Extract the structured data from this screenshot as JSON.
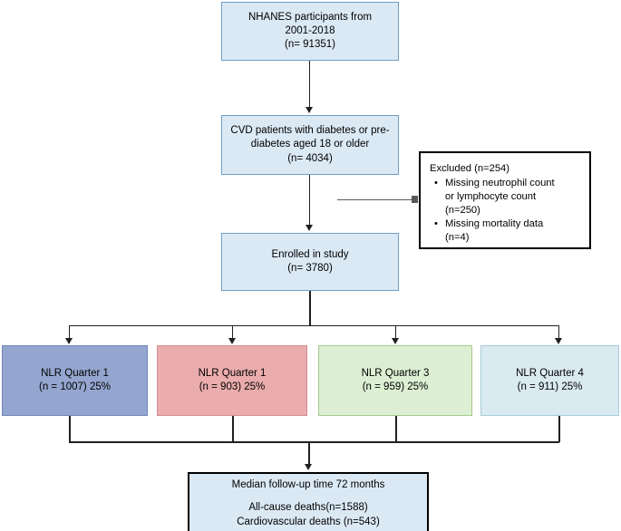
{
  "diagram": {
    "title": "NHANES CVD diabetes/pre-diabetes NLR cohort flow diagram",
    "type": "flowchart",
    "colors": {
      "main_box_fill": "#dbe9f5",
      "main_box_border": "#6f9ec4",
      "quarter1_fill": "#94a6cf",
      "quarter2_fill": "#eaacac",
      "quarter3_fill": "#dcefd3",
      "quarter4_fill": "#daeaf1",
      "excluded_fill": "#ffffff",
      "excluded_border": "#000000",
      "outcome_fill": "#dbe9f5",
      "outcome_border": "#000000",
      "connector": "#231f20",
      "text": "#000000"
    }
  },
  "nodes": {
    "source_population": {
      "line1": "NHANES participants from",
      "line2": "2001-2018",
      "line3": "(n= 91351)"
    },
    "eligible_population": {
      "line1": "CVD patients with diabetes or pre-",
      "line2": "diabetes aged 18 or older",
      "line3": "(n= 4034)"
    },
    "excluded": {
      "heading": "Excluded (n=254)",
      "items": [
        {
          "line1": "Missing neutrophil count",
          "line2": "or lymphocyte count",
          "line3": "(n=250)"
        },
        {
          "line1": "Missing mortality data",
          "line2": "(n=4)",
          "line3": ""
        }
      ]
    },
    "enrolled": {
      "line1": "Enrolled in study",
      "line2": "(n= 3780)"
    },
    "quarters": [
      {
        "label": "NLR Quarter 1",
        "count": "(n = 1007) 25%"
      },
      {
        "label": "NLR Quarter 1",
        "count": "(n = 903) 25%"
      },
      {
        "label": "NLR Quarter 3",
        "count": "(n = 959) 25%"
      },
      {
        "label": "NLR Quarter 4",
        "count": "(n = 911) 25%"
      }
    ],
    "outcome": {
      "line1": "Median follow-up time 72 months",
      "line2": "All-cause deaths(n=1588)",
      "line3": "Cardiovascular deaths (n=543)"
    }
  }
}
